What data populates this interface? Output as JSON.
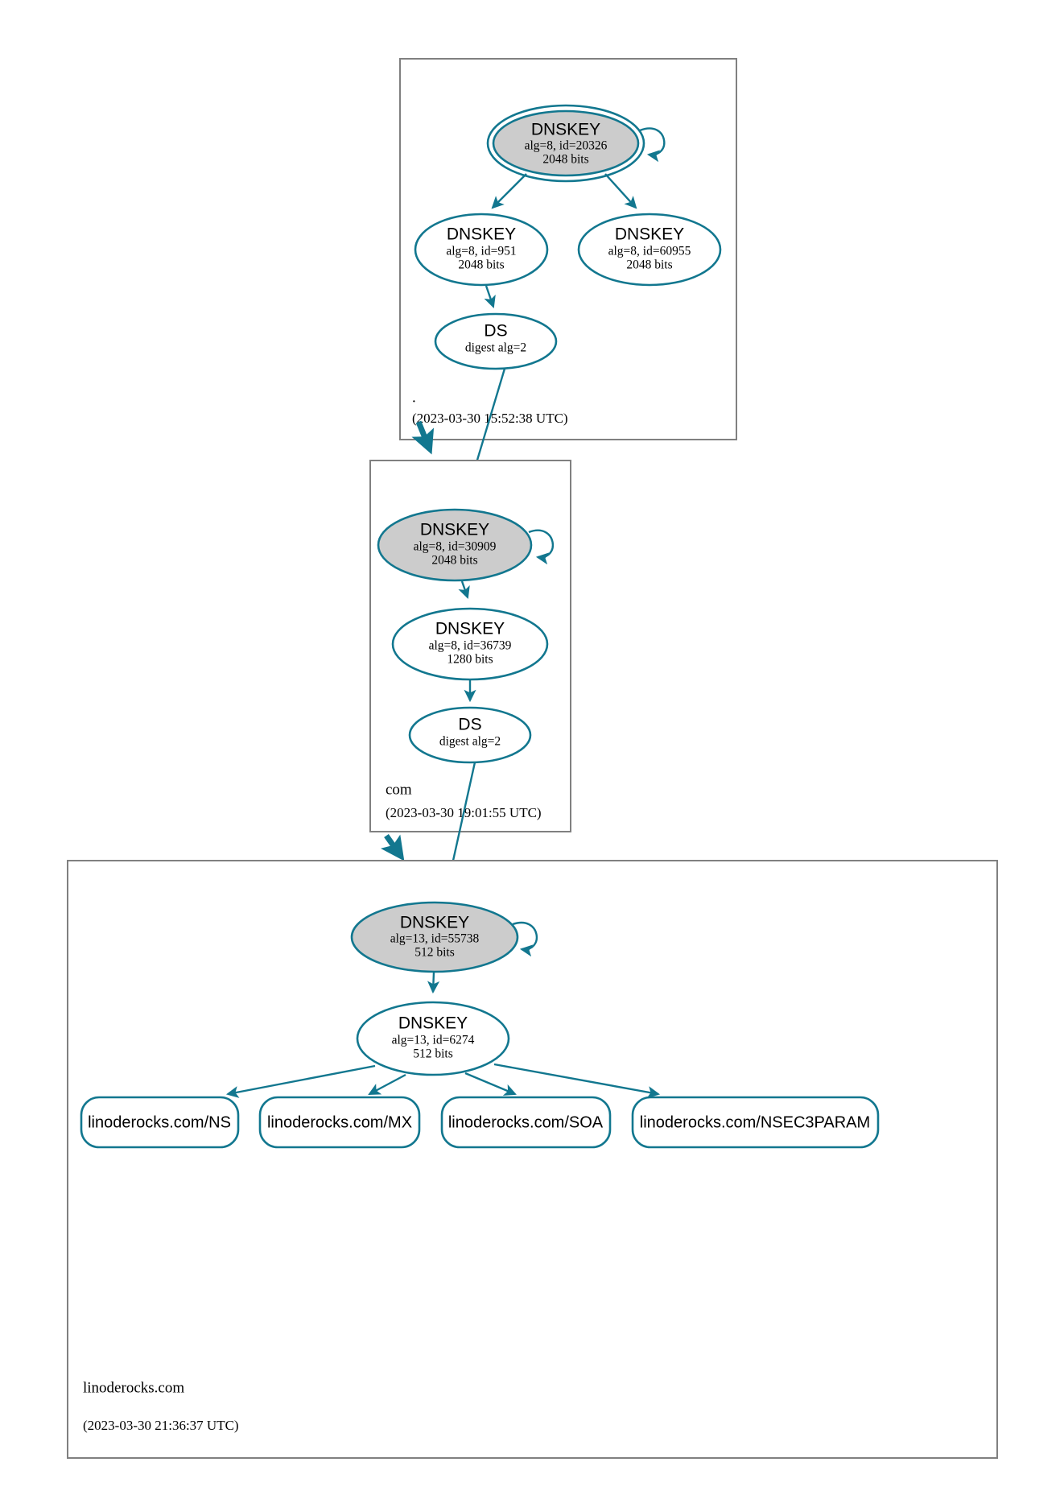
{
  "diagram": {
    "kind": "dnssec-authentication-chain",
    "colors": {
      "edge": "#12778f",
      "node_stroke": "#12778f",
      "secure_key_fill": "#cccccc",
      "plain_fill": "#ffffff",
      "zone_border": "#808080",
      "text": "#000000"
    }
  },
  "zones": [
    {
      "id": "root",
      "name": ".",
      "timestamp": "(2023-03-30 15:52:38 UTC)",
      "nodes": [
        {
          "id": "root-ksk-20326",
          "type": "DNSKEY",
          "title": "DNSKEY",
          "line2": "alg=8, id=20326",
          "line3": "2048 bits",
          "alg": 8,
          "key_id": 20326,
          "bits": 2048,
          "role": "trust-anchor-ksk",
          "filled": true,
          "double_ring": true,
          "self_sign": true
        },
        {
          "id": "root-zsk-951",
          "type": "DNSKEY",
          "title": "DNSKEY",
          "line2": "alg=8, id=951",
          "line3": "2048 bits",
          "alg": 8,
          "key_id": 951,
          "bits": 2048,
          "role": "zsk",
          "filled": false,
          "double_ring": false,
          "self_sign": false
        },
        {
          "id": "root-key-60955",
          "type": "DNSKEY",
          "title": "DNSKEY",
          "line2": "alg=8, id=60955",
          "line3": "2048 bits",
          "alg": 8,
          "key_id": 60955,
          "bits": 2048,
          "role": "zsk",
          "filled": false,
          "double_ring": false,
          "self_sign": false
        },
        {
          "id": "root-ds-com",
          "type": "DS",
          "title": "DS",
          "line2": "digest alg=2",
          "line3": "",
          "digest_alg": 2,
          "role": "delegation-signer",
          "filled": false,
          "double_ring": false,
          "self_sign": false
        }
      ]
    },
    {
      "id": "com",
      "name": "com",
      "timestamp": "(2023-03-30 19:01:55 UTC)",
      "nodes": [
        {
          "id": "com-ksk-30909",
          "type": "DNSKEY",
          "title": "DNSKEY",
          "line2": "alg=8, id=30909",
          "line3": "2048 bits",
          "alg": 8,
          "key_id": 30909,
          "bits": 2048,
          "role": "ksk",
          "filled": true,
          "double_ring": false,
          "self_sign": true
        },
        {
          "id": "com-zsk-36739",
          "type": "DNSKEY",
          "title": "DNSKEY",
          "line2": "alg=8, id=36739",
          "line3": "1280 bits",
          "alg": 8,
          "key_id": 36739,
          "bits": 1280,
          "role": "zsk",
          "filled": false,
          "double_ring": false,
          "self_sign": false
        },
        {
          "id": "com-ds-linoderocks",
          "type": "DS",
          "title": "DS",
          "line2": "digest alg=2",
          "line3": "",
          "digest_alg": 2,
          "role": "delegation-signer",
          "filled": false,
          "double_ring": false,
          "self_sign": false
        }
      ]
    },
    {
      "id": "linoderocks",
      "name": "linoderocks.com",
      "timestamp": "(2023-03-30 21:36:37 UTC)",
      "nodes": [
        {
          "id": "lr-ksk-55738",
          "type": "DNSKEY",
          "title": "DNSKEY",
          "line2": "alg=13, id=55738",
          "line3": "512 bits",
          "alg": 13,
          "key_id": 55738,
          "bits": 512,
          "role": "ksk",
          "filled": true,
          "double_ring": false,
          "self_sign": true
        },
        {
          "id": "lr-zsk-6274",
          "type": "DNSKEY",
          "title": "DNSKEY",
          "line2": "alg=13, id=6274",
          "line3": "512 bits",
          "alg": 13,
          "key_id": 6274,
          "bits": 512,
          "role": "zsk",
          "filled": false,
          "double_ring": false,
          "self_sign": false
        }
      ],
      "rrsets": [
        {
          "id": "rr-ns",
          "label": "linoderocks.com/NS"
        },
        {
          "id": "rr-mx",
          "label": "linoderocks.com/MX"
        },
        {
          "id": "rr-soa",
          "label": "linoderocks.com/SOA"
        },
        {
          "id": "rr-nsec3param",
          "label": "linoderocks.com/NSEC3PARAM"
        }
      ]
    }
  ],
  "edges": [
    {
      "from": "root-ksk-20326",
      "to": "root-ksk-20326",
      "kind": "self-signature"
    },
    {
      "from": "root-ksk-20326",
      "to": "root-zsk-951",
      "kind": "signature"
    },
    {
      "from": "root-ksk-20326",
      "to": "root-key-60955",
      "kind": "signature"
    },
    {
      "from": "root-zsk-951",
      "to": "root-ds-com",
      "kind": "signature"
    },
    {
      "from": "root-ds-com",
      "to": "com-ksk-30909",
      "kind": "delegation"
    },
    {
      "from": "root",
      "to": "com",
      "kind": "zone-delegation"
    },
    {
      "from": "com-ksk-30909",
      "to": "com-ksk-30909",
      "kind": "self-signature"
    },
    {
      "from": "com-ksk-30909",
      "to": "com-zsk-36739",
      "kind": "signature"
    },
    {
      "from": "com-zsk-36739",
      "to": "com-ds-linoderocks",
      "kind": "signature"
    },
    {
      "from": "com-ds-linoderocks",
      "to": "lr-ksk-55738",
      "kind": "delegation"
    },
    {
      "from": "com",
      "to": "linoderocks",
      "kind": "zone-delegation"
    },
    {
      "from": "lr-ksk-55738",
      "to": "lr-ksk-55738",
      "kind": "self-signature"
    },
    {
      "from": "lr-ksk-55738",
      "to": "lr-zsk-6274",
      "kind": "signature"
    },
    {
      "from": "lr-zsk-6274",
      "to": "rr-ns",
      "kind": "signature"
    },
    {
      "from": "lr-zsk-6274",
      "to": "rr-mx",
      "kind": "signature"
    },
    {
      "from": "lr-zsk-6274",
      "to": "rr-soa",
      "kind": "signature"
    },
    {
      "from": "lr-zsk-6274",
      "to": "rr-nsec3param",
      "kind": "signature"
    }
  ]
}
